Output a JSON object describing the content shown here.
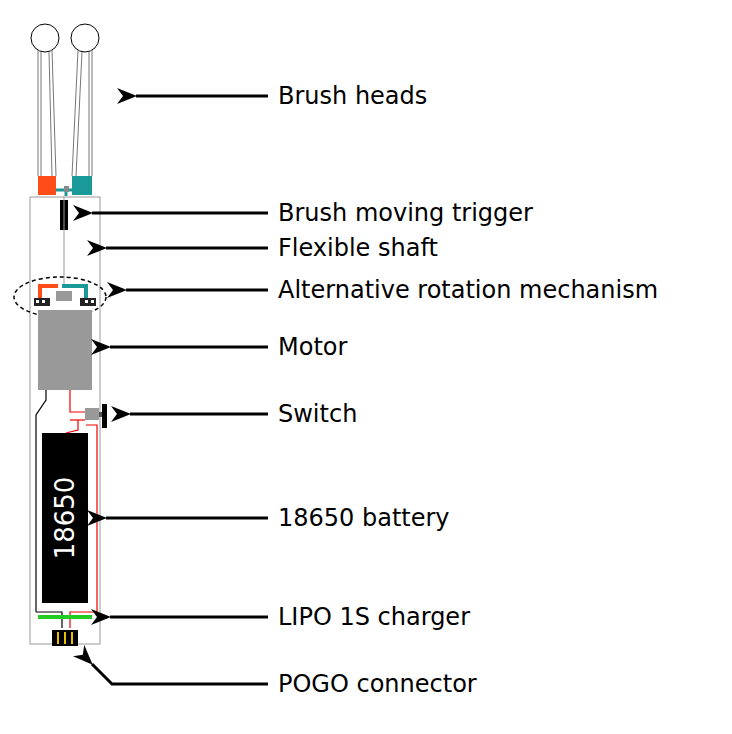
{
  "diagram": {
    "nodes": [
      {
        "text": [
          "18650"
        ]
      }
    ],
    "labels": [
      "Brush heads",
      "Brush moving trigger",
      "Flexible shaft",
      "Alternative rotation mechanism",
      "Motor",
      "Switch",
      "18650 battery",
      "LIPO 1S charger",
      "POGO connector"
    ]
  }
}
